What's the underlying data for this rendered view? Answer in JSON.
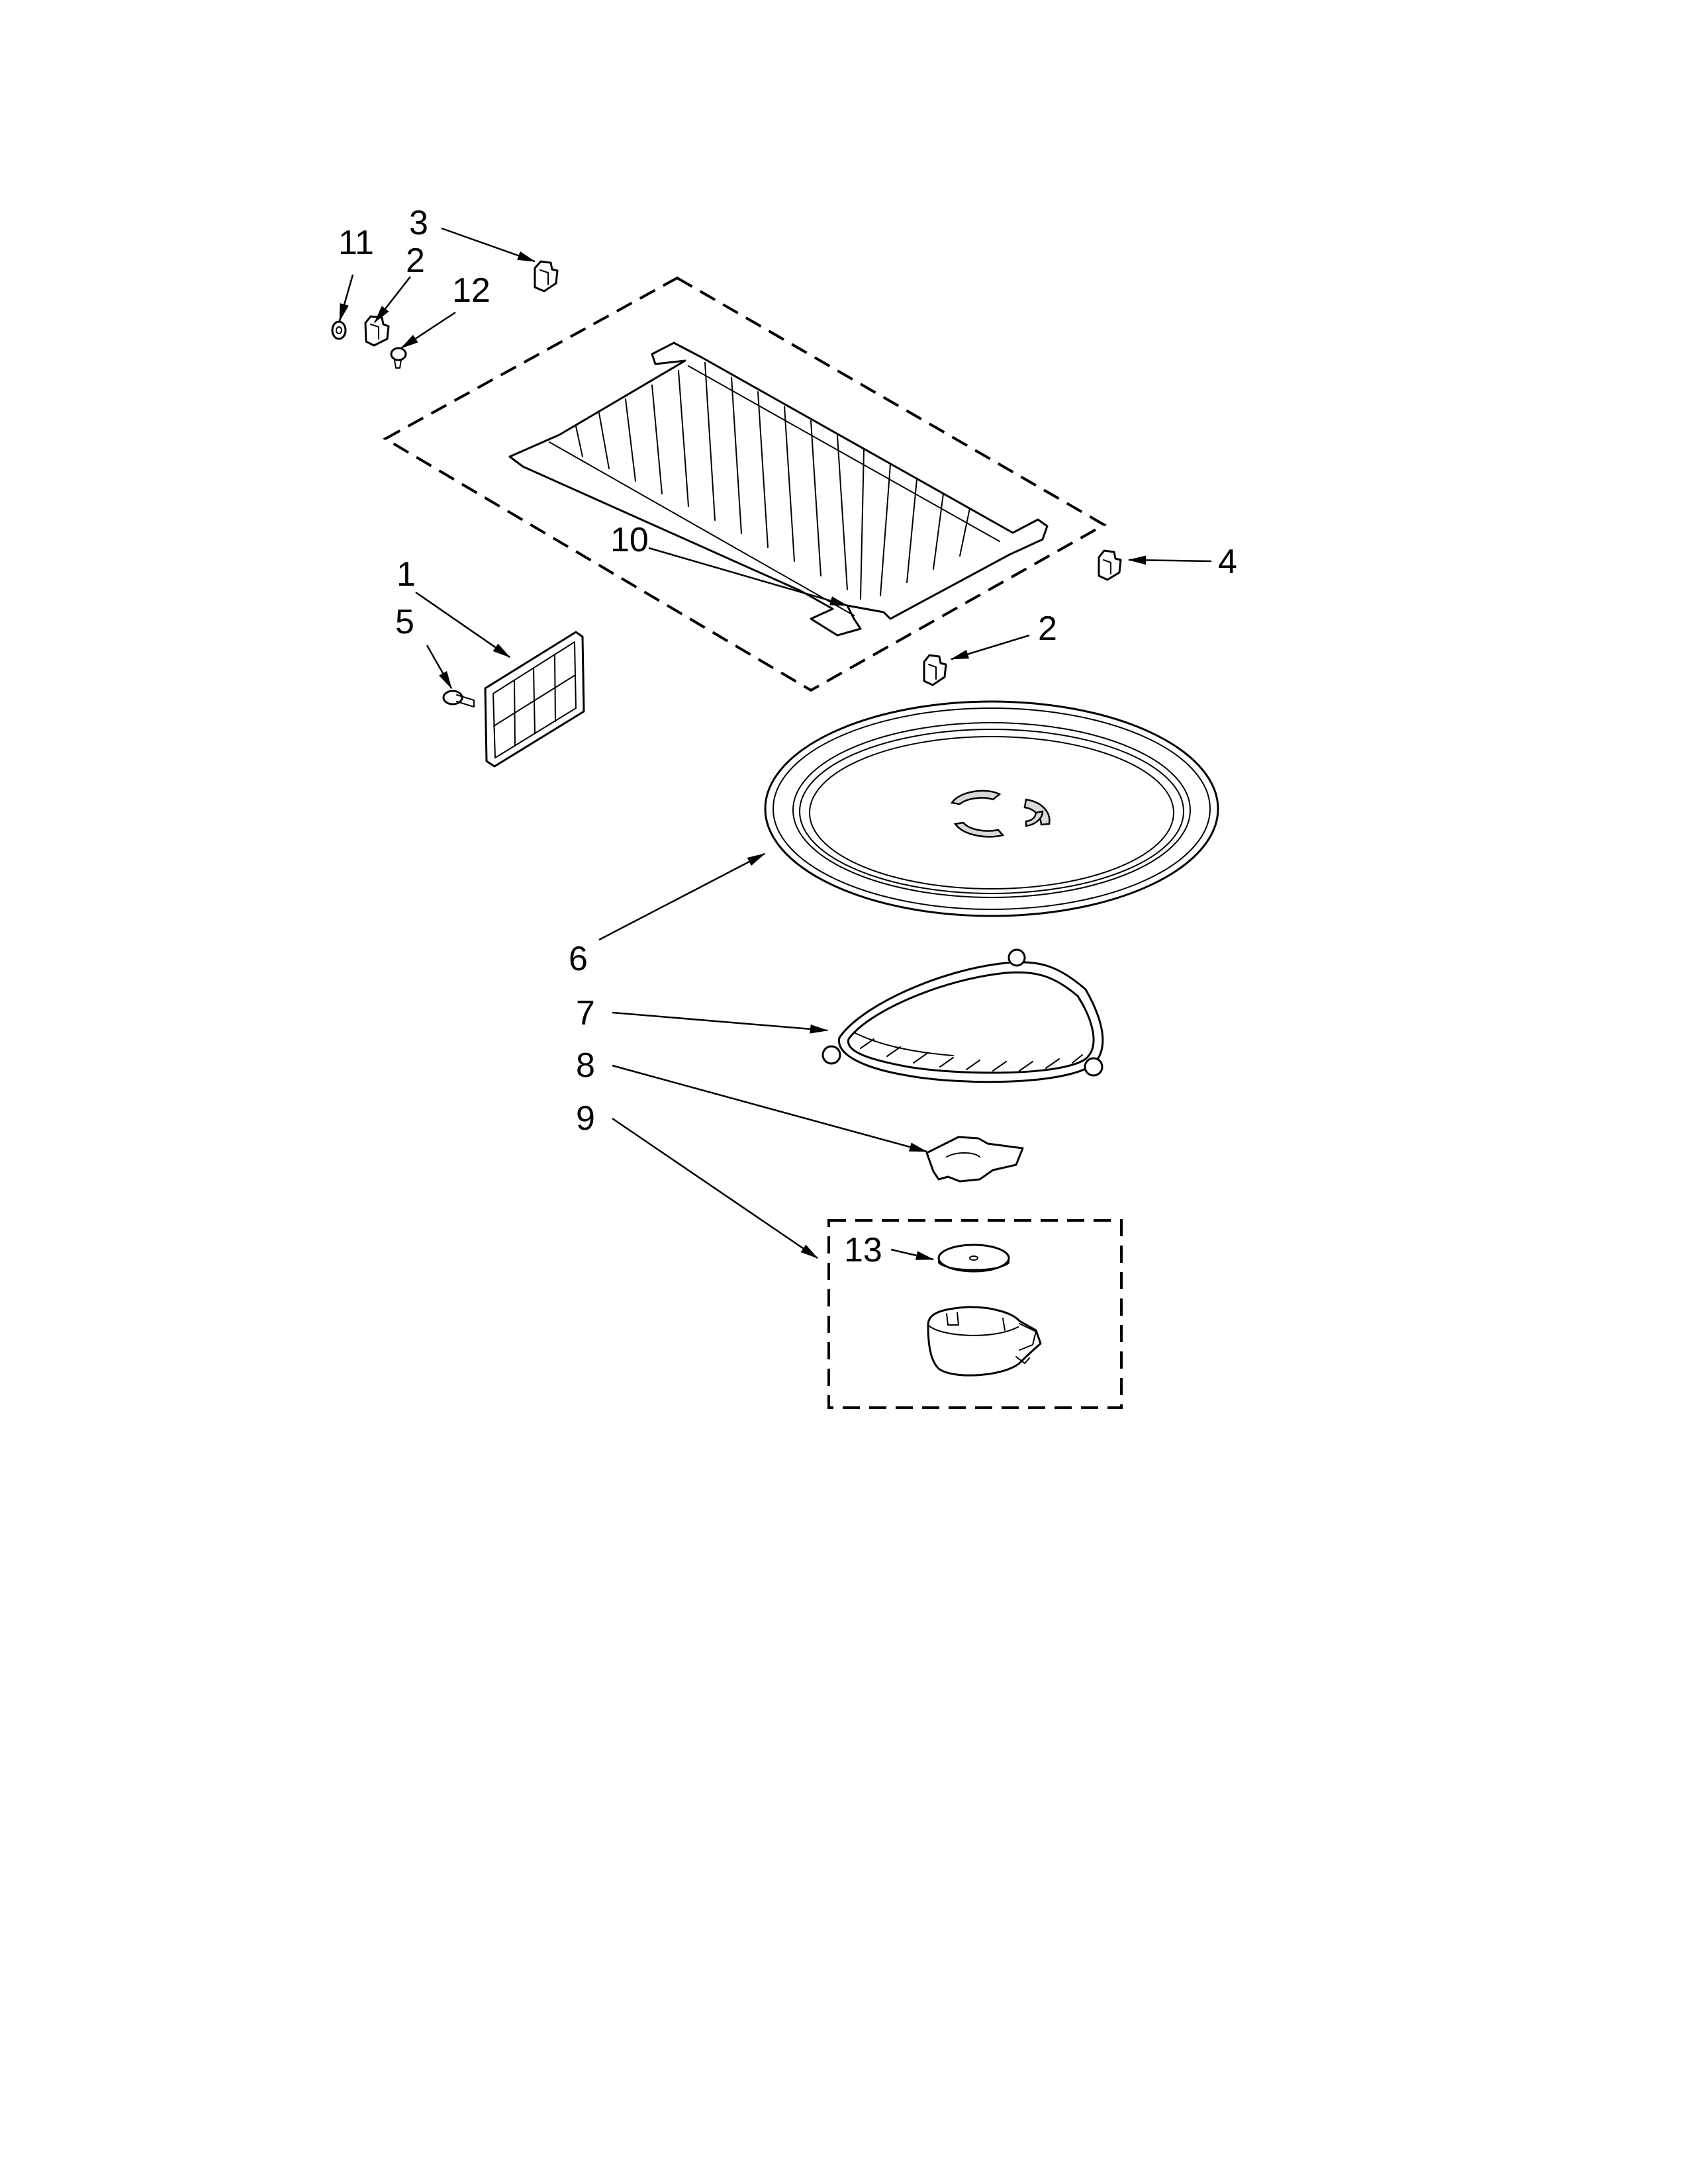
{
  "callouts": {
    "c1": "1",
    "c2a": "2",
    "c2b": "2",
    "c3": "3",
    "c4": "4",
    "c5": "5",
    "c6": "6",
    "c7": "7",
    "c8": "8",
    "c9": "9",
    "c10": "10",
    "c11": "11",
    "c12": "12",
    "c13": "13"
  }
}
